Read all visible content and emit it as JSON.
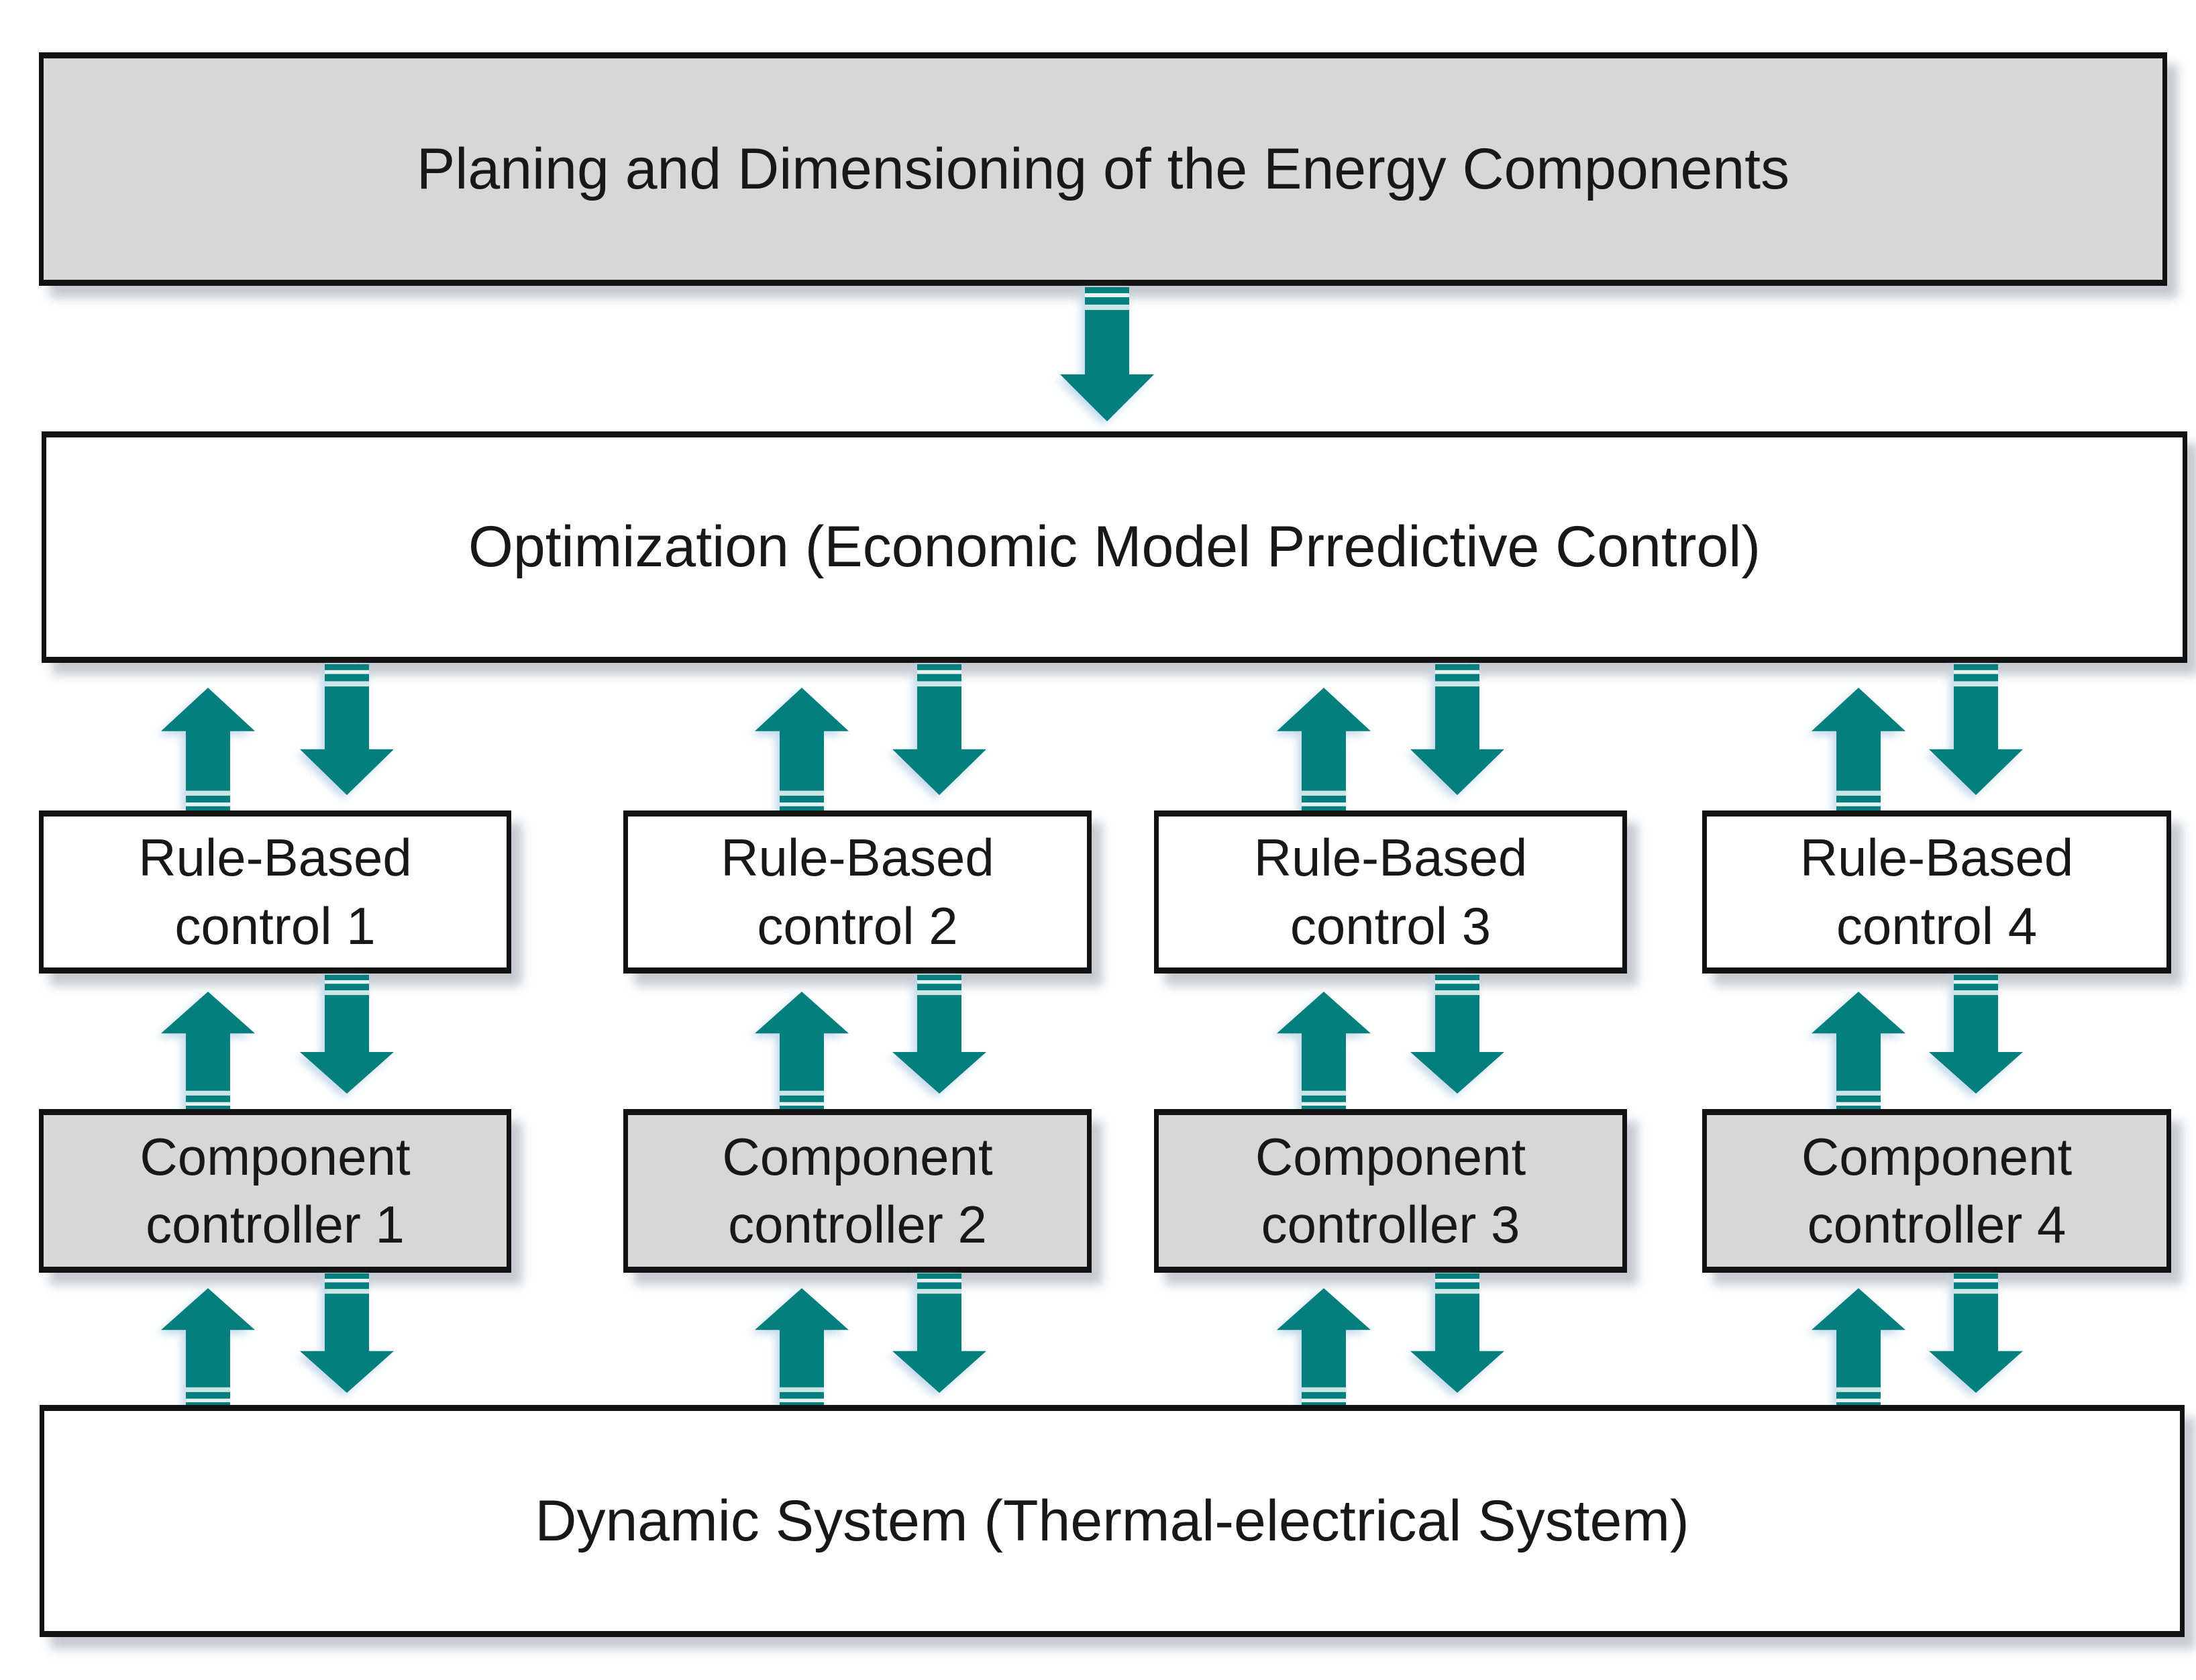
{
  "diagram": {
    "boxes": {
      "planning": "Planing and Dimensioning of the Energy Components",
      "optimization": "Optimization (Economic Model Prredictive Control)",
      "dynamic": "Dynamic System (Thermal-electrical System)"
    },
    "columns": [
      {
        "rule_based": "Rule-Based\ncontrol 1",
        "component": "Component\ncontroller 1"
      },
      {
        "rule_based": "Rule-Based\ncontrol 2",
        "component": "Component\ncontroller 2"
      },
      {
        "rule_based": "Rule-Based\ncontrol 3",
        "component": "Component\ncontroller 3"
      },
      {
        "rule_based": "Rule-Based\ncontrol 4",
        "component": "Component\ncontroller 4"
      }
    ],
    "icons": {
      "arrow_up": "arrow-up-icon",
      "arrow_down": "arrow-down-icon"
    },
    "colors": {
      "arrow": "#057e7e",
      "gray_box_fill": "#d7d7d7",
      "white_box_fill": "#ffffff",
      "box_border": "#121212",
      "text": "#181818"
    }
  }
}
